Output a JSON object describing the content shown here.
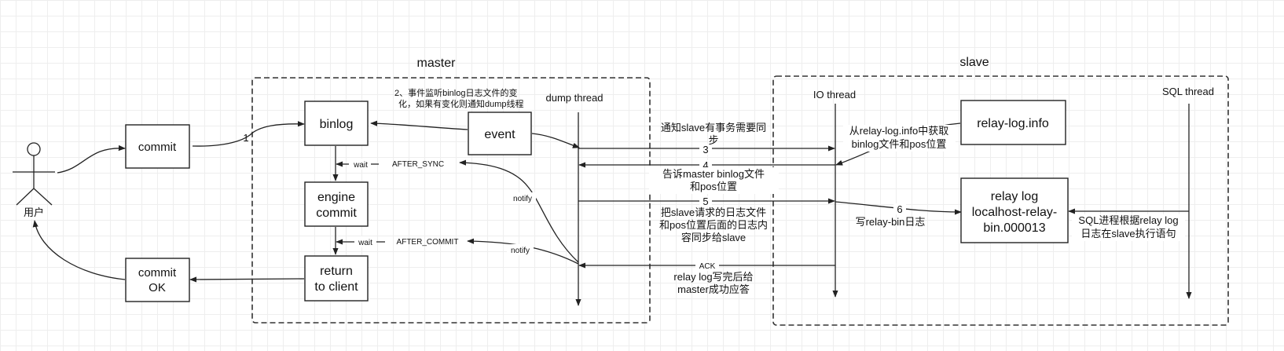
{
  "titles": {
    "master": "master",
    "slave": "slave"
  },
  "actor": {
    "label": "用户"
  },
  "boxes": {
    "commit": "commit",
    "commit_ok_1": "commit",
    "commit_ok_2": "OK",
    "binlog": "binlog",
    "event": "event",
    "engine_commit_1": "engine",
    "engine_commit_2": "commit",
    "return_1": "return",
    "return_2": "to client",
    "relay_log_info": "relay-log.info",
    "relay_log_1": "relay log",
    "relay_log_2": "localhost-relay-",
    "relay_log_3": "bin.000013"
  },
  "threads": {
    "dump": "dump thread",
    "io": "IO thread",
    "sql": "SQL thread"
  },
  "notes": {
    "event_note_1": "2、事件监听binlog日志文件的变",
    "event_note_2": "化，如果有变化则通知dump线程",
    "wait_1": "wait",
    "wait_2": "wait",
    "after_sync": "AFTER_SYNC",
    "after_commit": "AFTER_COMMIT",
    "notify_1": "notify",
    "notify_2": "notify"
  },
  "arrows": {
    "n1": "1",
    "n3": "3",
    "n4": "4",
    "n5": "5",
    "n6": "6",
    "ack": "ACK"
  },
  "messages": {
    "m3_1": "通知slave有事务需要同",
    "m3_2": "步",
    "m4_1": "告诉master binlog文件",
    "m4_2": "和pos位置",
    "m5_1": "把slave请求的日志文件",
    "m5_2": "和pos位置后面的日志内",
    "m5_3": "容同步给slave",
    "ack_1": "relay log写完后给",
    "ack_2": "master成功应答",
    "relayinfo_1": "从relay-log.info中获取",
    "relayinfo_2": "binlog文件和pos位置",
    "relaybin": "写relay-bin日志",
    "sql_1": "SQL进程根据relay log",
    "sql_2": "日志在slave执行语句"
  }
}
